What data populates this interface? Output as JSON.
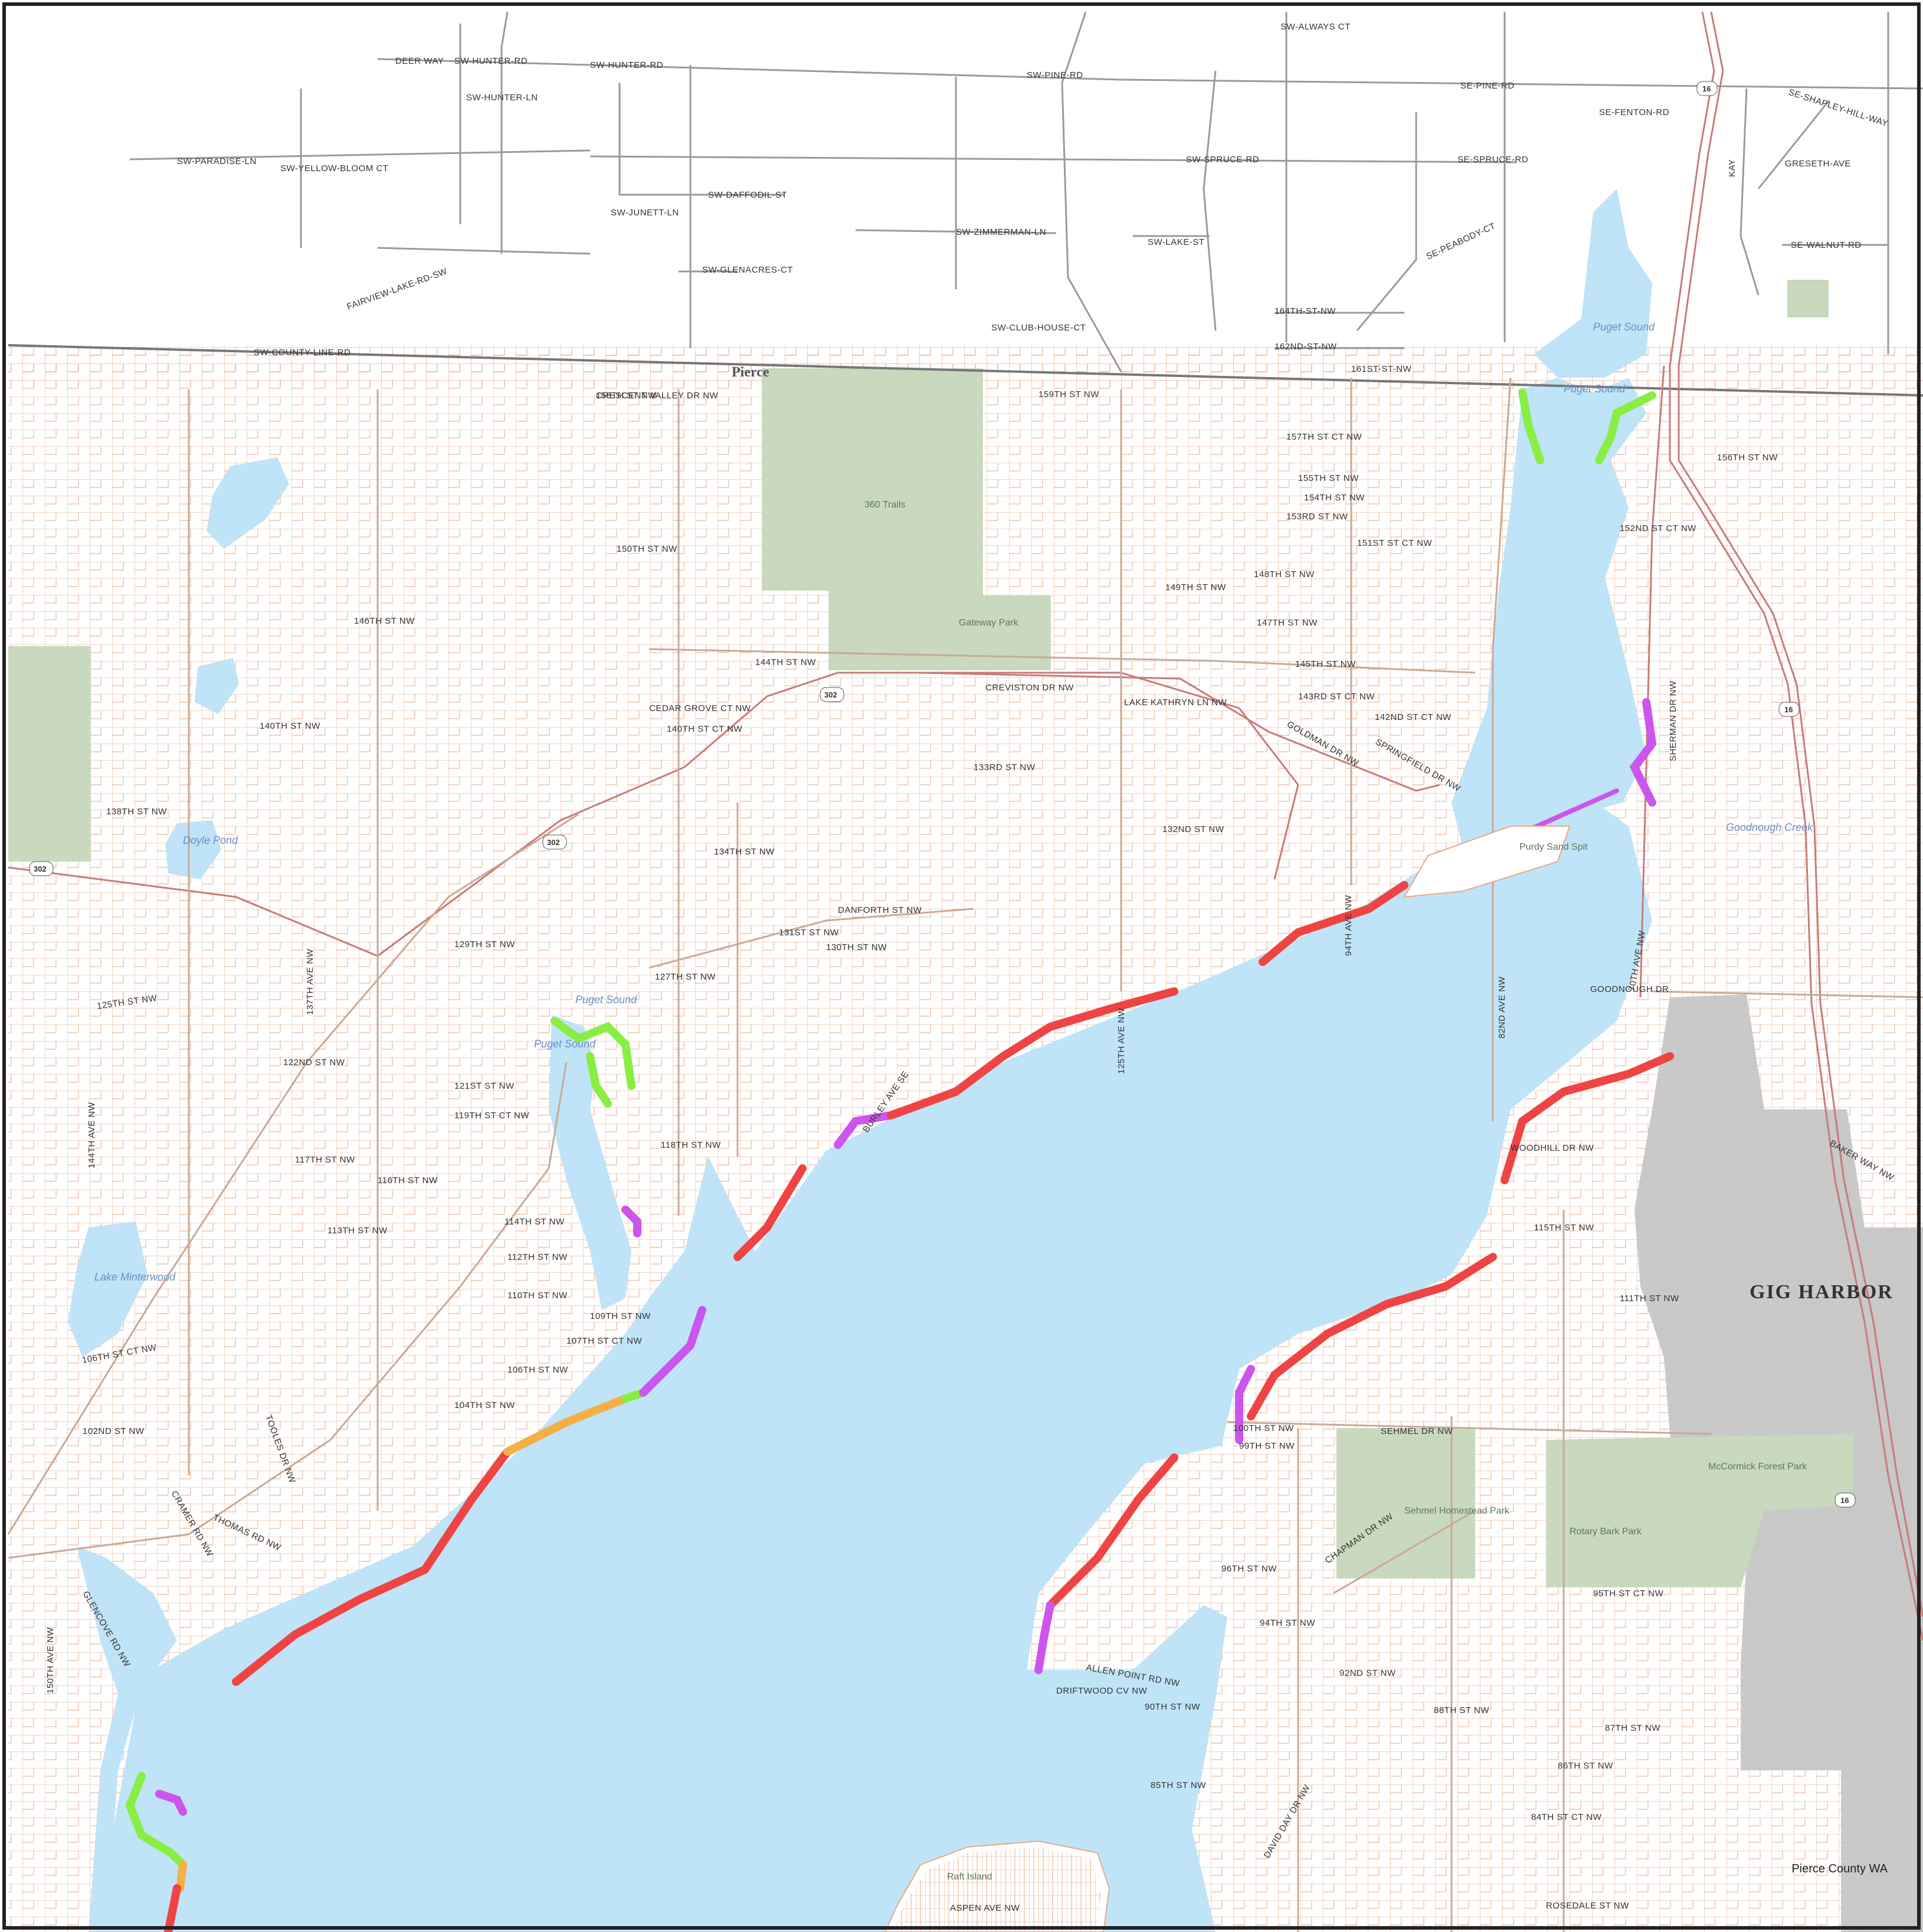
{
  "map": {
    "credit": "Pierce County WA",
    "place_labels": {
      "city": "GIG HARBOR",
      "county": "Pierce"
    },
    "colors": {
      "water": "#bfe3f7",
      "land": "#ffffff",
      "parcel_lines": "#e9a98a",
      "county_line": "#777777",
      "park": "#c9d9bd",
      "city_fill": "#c6c6c6",
      "highway": "#c87a7a",
      "shoreline_red": "#ee4444",
      "shoreline_green": "#88ee44",
      "shoreline_purple": "#cc55ee",
      "shoreline_orange": "#f4b046"
    },
    "water_labels": [
      "Puget Sound",
      "Puget Sound",
      "Puget Sound",
      "Puget Sound",
      "Doyle Pond",
      "Lake Minterwood",
      "Purdy Sand Spit",
      "Goodnough Creek"
    ],
    "park_labels": [
      "360 Trails",
      "Gateway Park",
      "Sehmel Homestead Park",
      "McCormick Forest Park",
      "Rotary Bark Park",
      "Raft Island"
    ],
    "route_shields": [
      "302",
      "302",
      "302",
      "16",
      "16",
      "16"
    ],
    "road_labels_north": [
      "DEER WAY",
      "SW-HUNTER-RD",
      "SW-HUNTER-RD",
      "SW-HUNTER-LN",
      "SW-PINE-RD",
      "SE-PINE-RD",
      "SW-ALWAYS CT",
      "SE-FENTON-RD",
      "SE-SHAPLEY-HILL-WAY",
      "SW-PARADISE-LN",
      "SW-YELLOW-BLOOM CT",
      "SW-DAFFODIL-ST",
      "SW-JUNETT-LN",
      "SW-SPRUCE-RD",
      "SE-SPRUCE-RD",
      "KAY",
      "GRESETH-AVE",
      "SW-ZIMMERMAN-LN",
      "SW-LAKE-ST",
      "SE-PEABODY-CT",
      "SE-WALNUT-RD",
      "SW-GLENACRES-CT",
      "FAIRVIEW-LAKE-RD-SW",
      "SW-CLUB-HOUSE-CT",
      "164TH-ST-NW",
      "162ND-ST-NW",
      "161ST-ST-NW",
      "SW-COUNTY-LINE-RD"
    ],
    "road_labels_south": [
      "158TH ST NW",
      "159TH ST NW",
      "157TH ST CT NW",
      "156TH ST NW",
      "155TH ST NW",
      "154TH ST NW",
      "153RD ST NW",
      "152ND ST CT NW",
      "151ST ST CT NW",
      "150TH ST NW",
      "149TH ST NW",
      "148TH ST NW",
      "147TH ST NW",
      "146TH ST NW",
      "145TH ST NW",
      "144TH ST NW",
      "143RD ST CT NW",
      "142ND ST CT NW",
      "140TH ST NW",
      "140TH ST CT NW",
      "CEDAR GROVE CT NW",
      "CREVISTON DR NW",
      "LAKE KATHRYN LN NW",
      "GOLDMAN DR NW",
      "SPRINGFIELD DR NW",
      "133RD ST NW",
      "138TH ST NW",
      "134TH ST NW",
      "132ND ST NW",
      "DANFORTH ST NW",
      "131ST ST NW",
      "130TH ST NW",
      "129TH ST NW",
      "127TH ST NW",
      "125TH ST NW",
      "122ND ST NW",
      "121ST ST NW",
      "119TH ST CT NW",
      "118TH ST NW",
      "117TH ST NW",
      "116TH ST NW",
      "115TH ST NW",
      "114TH ST NW",
      "113TH ST NW",
      "112TH ST NW",
      "111TH ST NW",
      "110TH ST NW",
      "109TH ST NW",
      "107TH ST CT NW",
      "106TH ST NW",
      "106TH ST CT NW",
      "104TH ST NW",
      "102ND ST NW",
      "100TH ST NW",
      "99TH ST NW",
      "96TH ST NW",
      "95TH ST CT NW",
      "94TH ST NW",
      "92ND ST NW",
      "90TH ST NW",
      "88TH ST NW",
      "87TH ST NW",
      "86TH ST NW",
      "85TH ST NW",
      "84TH ST CT NW",
      "WOODHILL DR NW",
      "GOODNOUGH DR",
      "SEHMEL DR NW",
      "CHAPMAN DR NW",
      "ALLEN POINT RD NW",
      "ROSEDALE ST NW",
      "THOMAS RD NW",
      "CRAMER RD NW",
      "TOOLES DR NW",
      "GLENCOVE RD NW",
      "ASPEN AVE NW",
      "BAKER WAY NW",
      "DAVID DAY DR NW",
      "DRIFTWOOD CV NW",
      "150TH AVE NW",
      "144TH AVE NW",
      "137TH AVE NW",
      "125TH AVE NW",
      "94TH AVE NW",
      "82ND AVE NW",
      "70TH AVE NW",
      "SHERMAN DR NW",
      "BURLEY AVE SE",
      "CRESCENT VALLEY DR NW"
    ],
    "shoreline_segments": [
      {
        "category": "red",
        "count": 14
      },
      {
        "category": "green",
        "count": 5
      },
      {
        "category": "purple",
        "count": 9
      },
      {
        "category": "orange",
        "count": 2
      }
    ]
  }
}
